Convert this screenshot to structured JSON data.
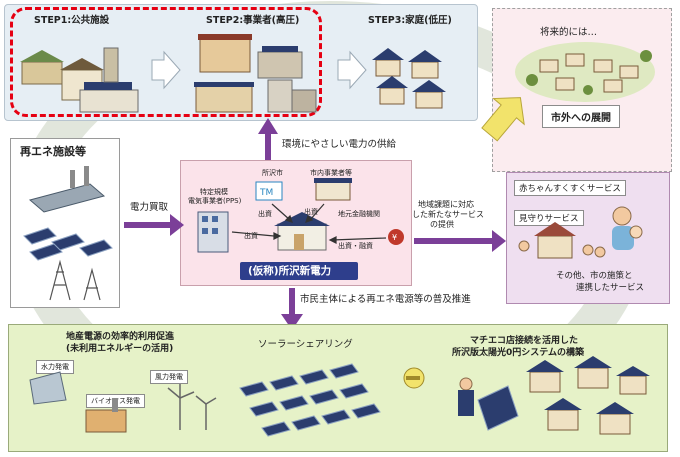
{
  "steps": [
    {
      "label": "STEP1:公共施設"
    },
    {
      "label": "STEP2:事業者(高圧)"
    },
    {
      "label": "STEP3:家庭(低圧)"
    }
  ],
  "future": {
    "label": "将来的には…",
    "expand": "市外への展開"
  },
  "renewables": {
    "title": "再エネ施設等"
  },
  "flows": {
    "supply": "環境にやさしい電力の供給",
    "purchase": "電力買取",
    "promotion": "市民主体による再エネ電源等の普及推進",
    "service_provision_lines": [
      "地域課題に対応",
      "した新たなサービス",
      "の提供"
    ]
  },
  "company": {
    "pps_lines": [
      "特定規模",
      "電気事業者(PPS)"
    ],
    "city": "所沢市",
    "local_business": "市内事業者等",
    "finance": "地元金融機関",
    "invest1": "出資",
    "invest2": "出資",
    "invest3": "出資",
    "invest_finance": "出資・融資",
    "name": "(仮称)所沢新電力"
  },
  "services": {
    "baby": "赤ちゃんすくすくサービス",
    "watch": "見守りサービス",
    "other_lines": [
      "その他、市の施策と",
      "連携したサービス"
    ]
  },
  "bottom": {
    "effective_use_lines": [
      "地産電源の効率的利用促進",
      "(未利用エネルギーの活用)"
    ],
    "hydro": "水力発電",
    "wind": "風力発電",
    "biomass": "バイオマス発電",
    "solar_sharing": "ソーラーシェアリング",
    "machieco_lines": [
      "マチエコ店接続を活用した",
      "所沢版太陽光0円システムの構築"
    ]
  },
  "colors": {
    "arrow_purple": "#7b3f98",
    "step_box_red": "#e60012",
    "top_panel": "#e6eef4",
    "company_panel": "#fbe3ea",
    "service_panel": "#efdff0",
    "bottom_panel": "#e6f2c8",
    "expand_arrow": "#f2e36b"
  }
}
